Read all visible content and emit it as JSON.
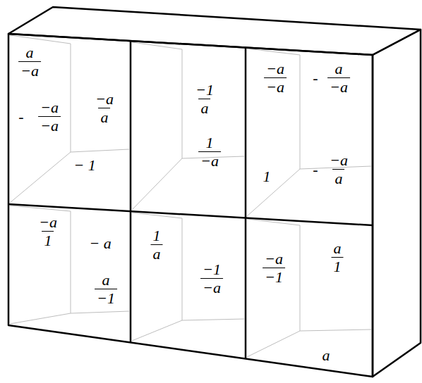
{
  "diagram": {
    "nodes": [
      {
        "text": [
          "a",
          "−a",
          "−a",
          "a",
          "-",
          "−a",
          "−a",
          "− 1"
        ]
      },
      {
        "text": [
          "−1",
          "a",
          "1",
          "−a"
        ]
      },
      {
        "text": [
          "−a",
          "−a",
          "-",
          "a",
          "−a",
          "1",
          "-",
          "−a",
          "a"
        ]
      },
      {
        "text": [
          "−a",
          "1",
          "− a",
          "a",
          "−1"
        ]
      },
      {
        "text": [
          "1",
          "a",
          "−1",
          "−a"
        ]
      },
      {
        "text": [
          "−a",
          "−1",
          "a",
          "1",
          "a"
        ]
      }
    ]
  }
}
